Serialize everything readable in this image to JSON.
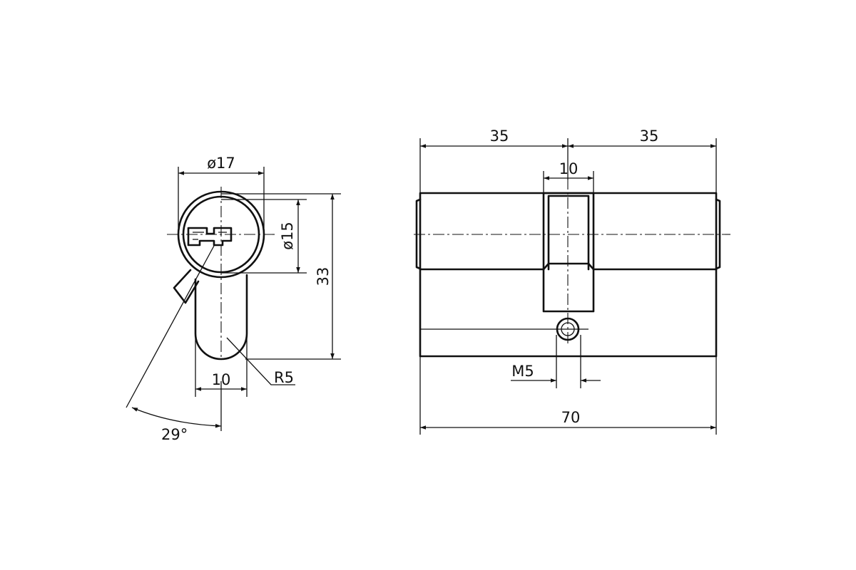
{
  "drawing": {
    "dimensions": {
      "diameter_17": "ø17",
      "diameter_15": "ø15",
      "height_33": "33",
      "width_10_end": "10",
      "radius_r5": "R5",
      "angle_29": "29°",
      "half_length_left": "35",
      "half_length_right": "35",
      "cam_width_10": "10",
      "thread_m5": "M5",
      "total_length_70": "70"
    }
  }
}
